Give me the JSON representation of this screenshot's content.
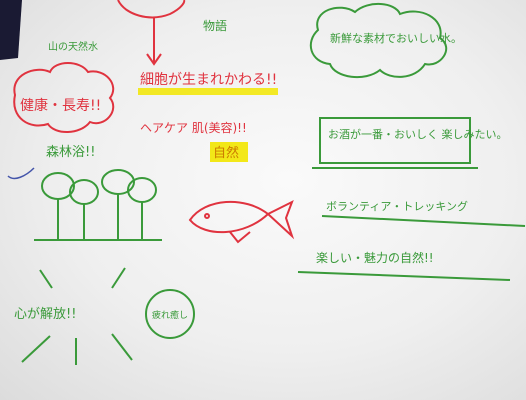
{
  "colors": {
    "board": "#f4f4f4",
    "red_marker": "#e0333f",
    "green_marker": "#3a9a3a",
    "yellow_marker": "#f2e600",
    "dark_corner": "#1a1a33"
  },
  "notes": {
    "top_center_small": "物語",
    "top_left_small": "山の天然水",
    "red_top_line": "細胞が生まれかわる!!",
    "red_cloud": "健康・長寿!!",
    "red_mid_line": "ヘアケア 肌(美容)!!",
    "yellow_label": "自然",
    "green_left_line": "森林浴!!",
    "green_top_right_cloud": "新鮮な素材でおいしい水。",
    "green_box": "お酒が一番・おいしく 楽しみたい。",
    "green_line_mid_right": "ボランティア・トレッキング",
    "green_line_lower_right": "楽しい・魅力の自然!!",
    "green_burst_label": "心が解放!!",
    "green_circle": "疲れ癒し"
  }
}
